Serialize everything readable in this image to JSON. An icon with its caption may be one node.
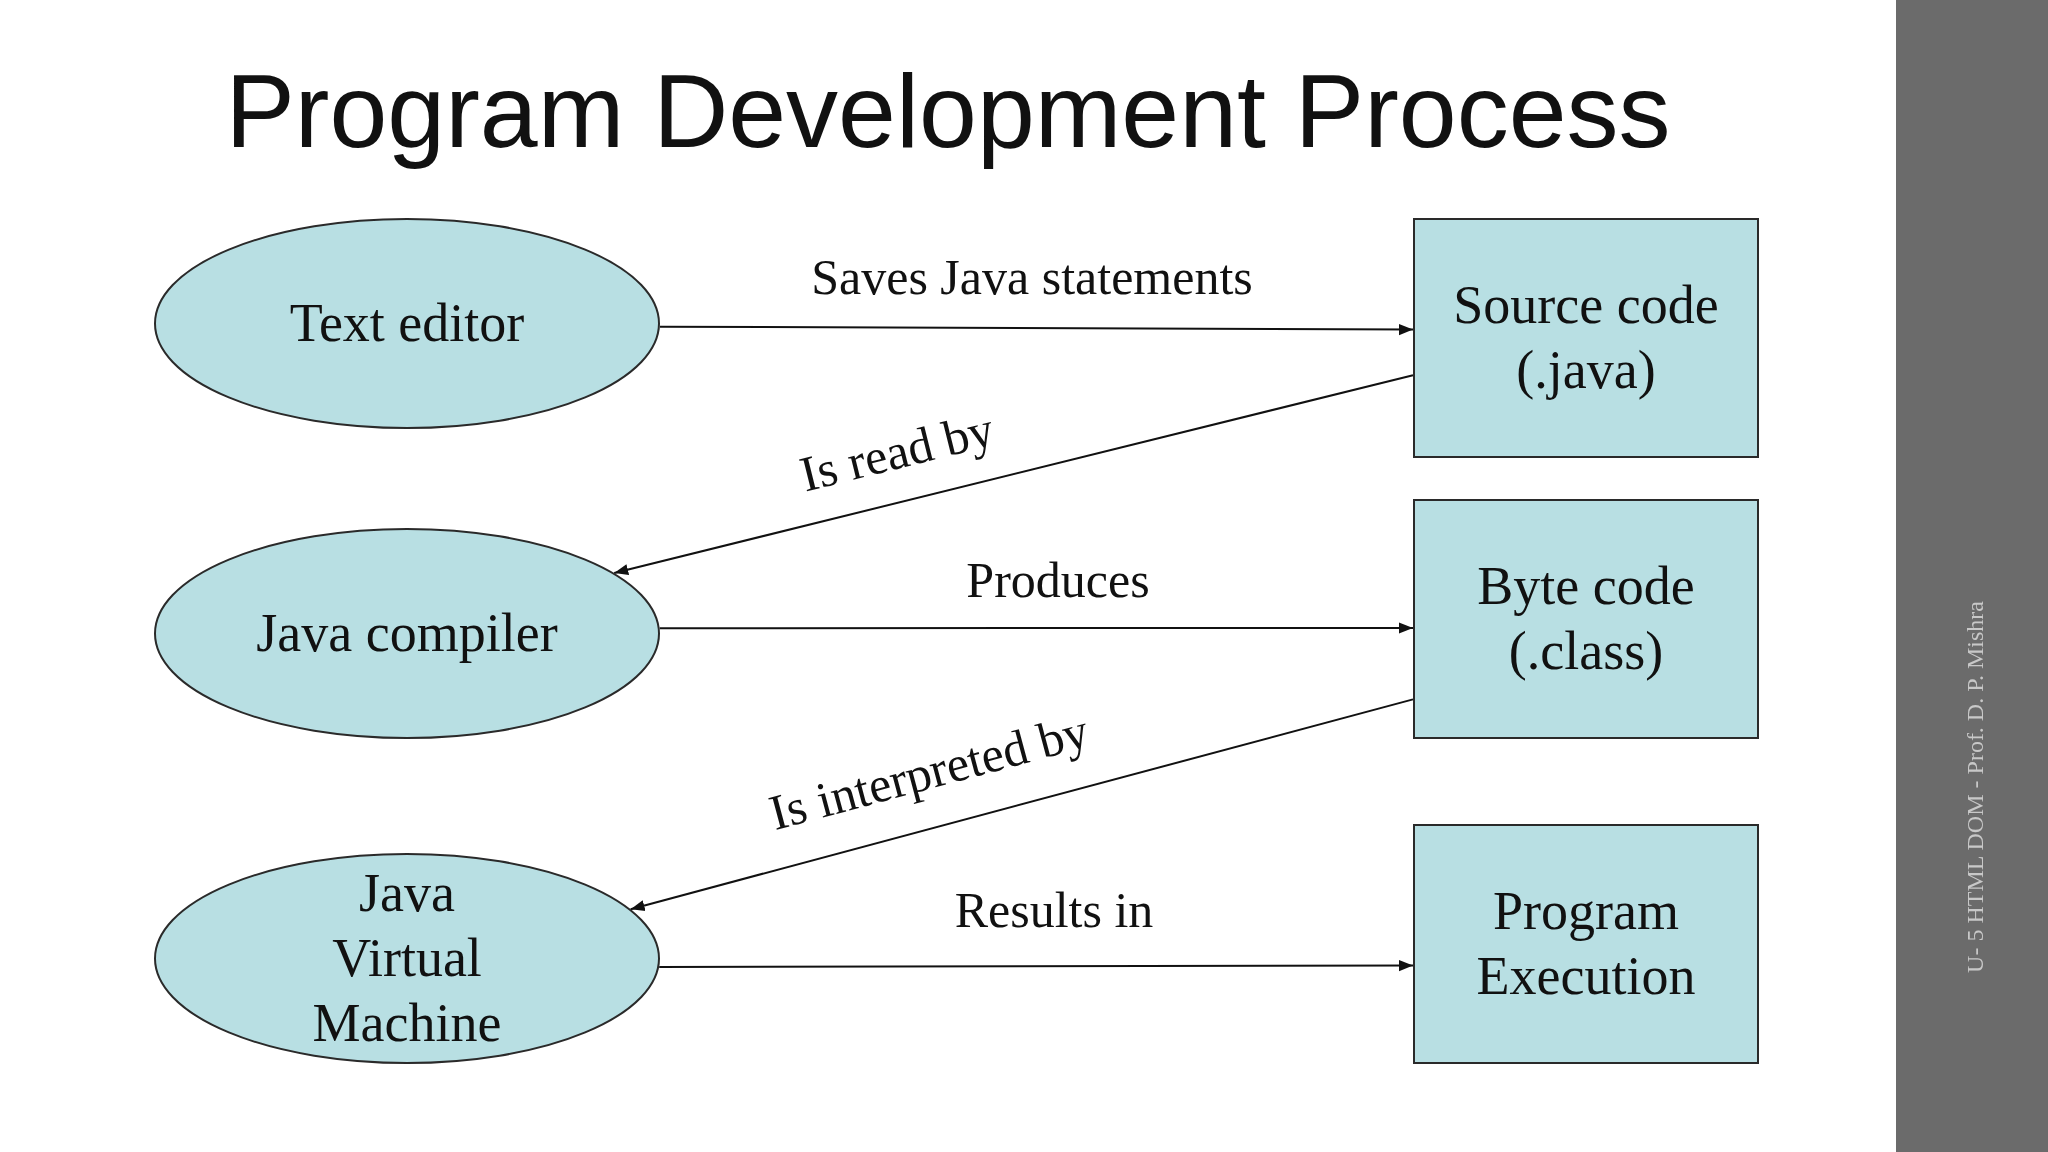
{
  "diagram": {
    "title": "Program Development Process",
    "nodes": [
      {
        "text": [
          "Text editor"
        ]
      },
      {
        "text": [
          "Source code (.java)"
        ]
      },
      {
        "text": [
          "Java compiler"
        ]
      },
      {
        "text": [
          "Byte code (.class)"
        ]
      },
      {
        "text": [
          "Java Virtual Machine"
        ]
      },
      {
        "text": [
          "Program Execution"
        ]
      }
    ],
    "edges": [
      {
        "from": 0,
        "to": 1,
        "arrow": "to",
        "label": "Saves Java statements"
      },
      {
        "from": 1,
        "to": 2,
        "arrow": "to",
        "label": "Is read by"
      },
      {
        "from": 2,
        "to": 3,
        "arrow": "to",
        "label": "Produces"
      },
      {
        "from": 3,
        "to": 4,
        "arrow": "to",
        "label": "Is interpreted by"
      },
      {
        "from": 4,
        "to": 5,
        "arrow": "to",
        "label": "Results in"
      }
    ],
    "labels": [
      "U- 5 HTML DOM - Prof. D. P. Mishra"
    ]
  }
}
